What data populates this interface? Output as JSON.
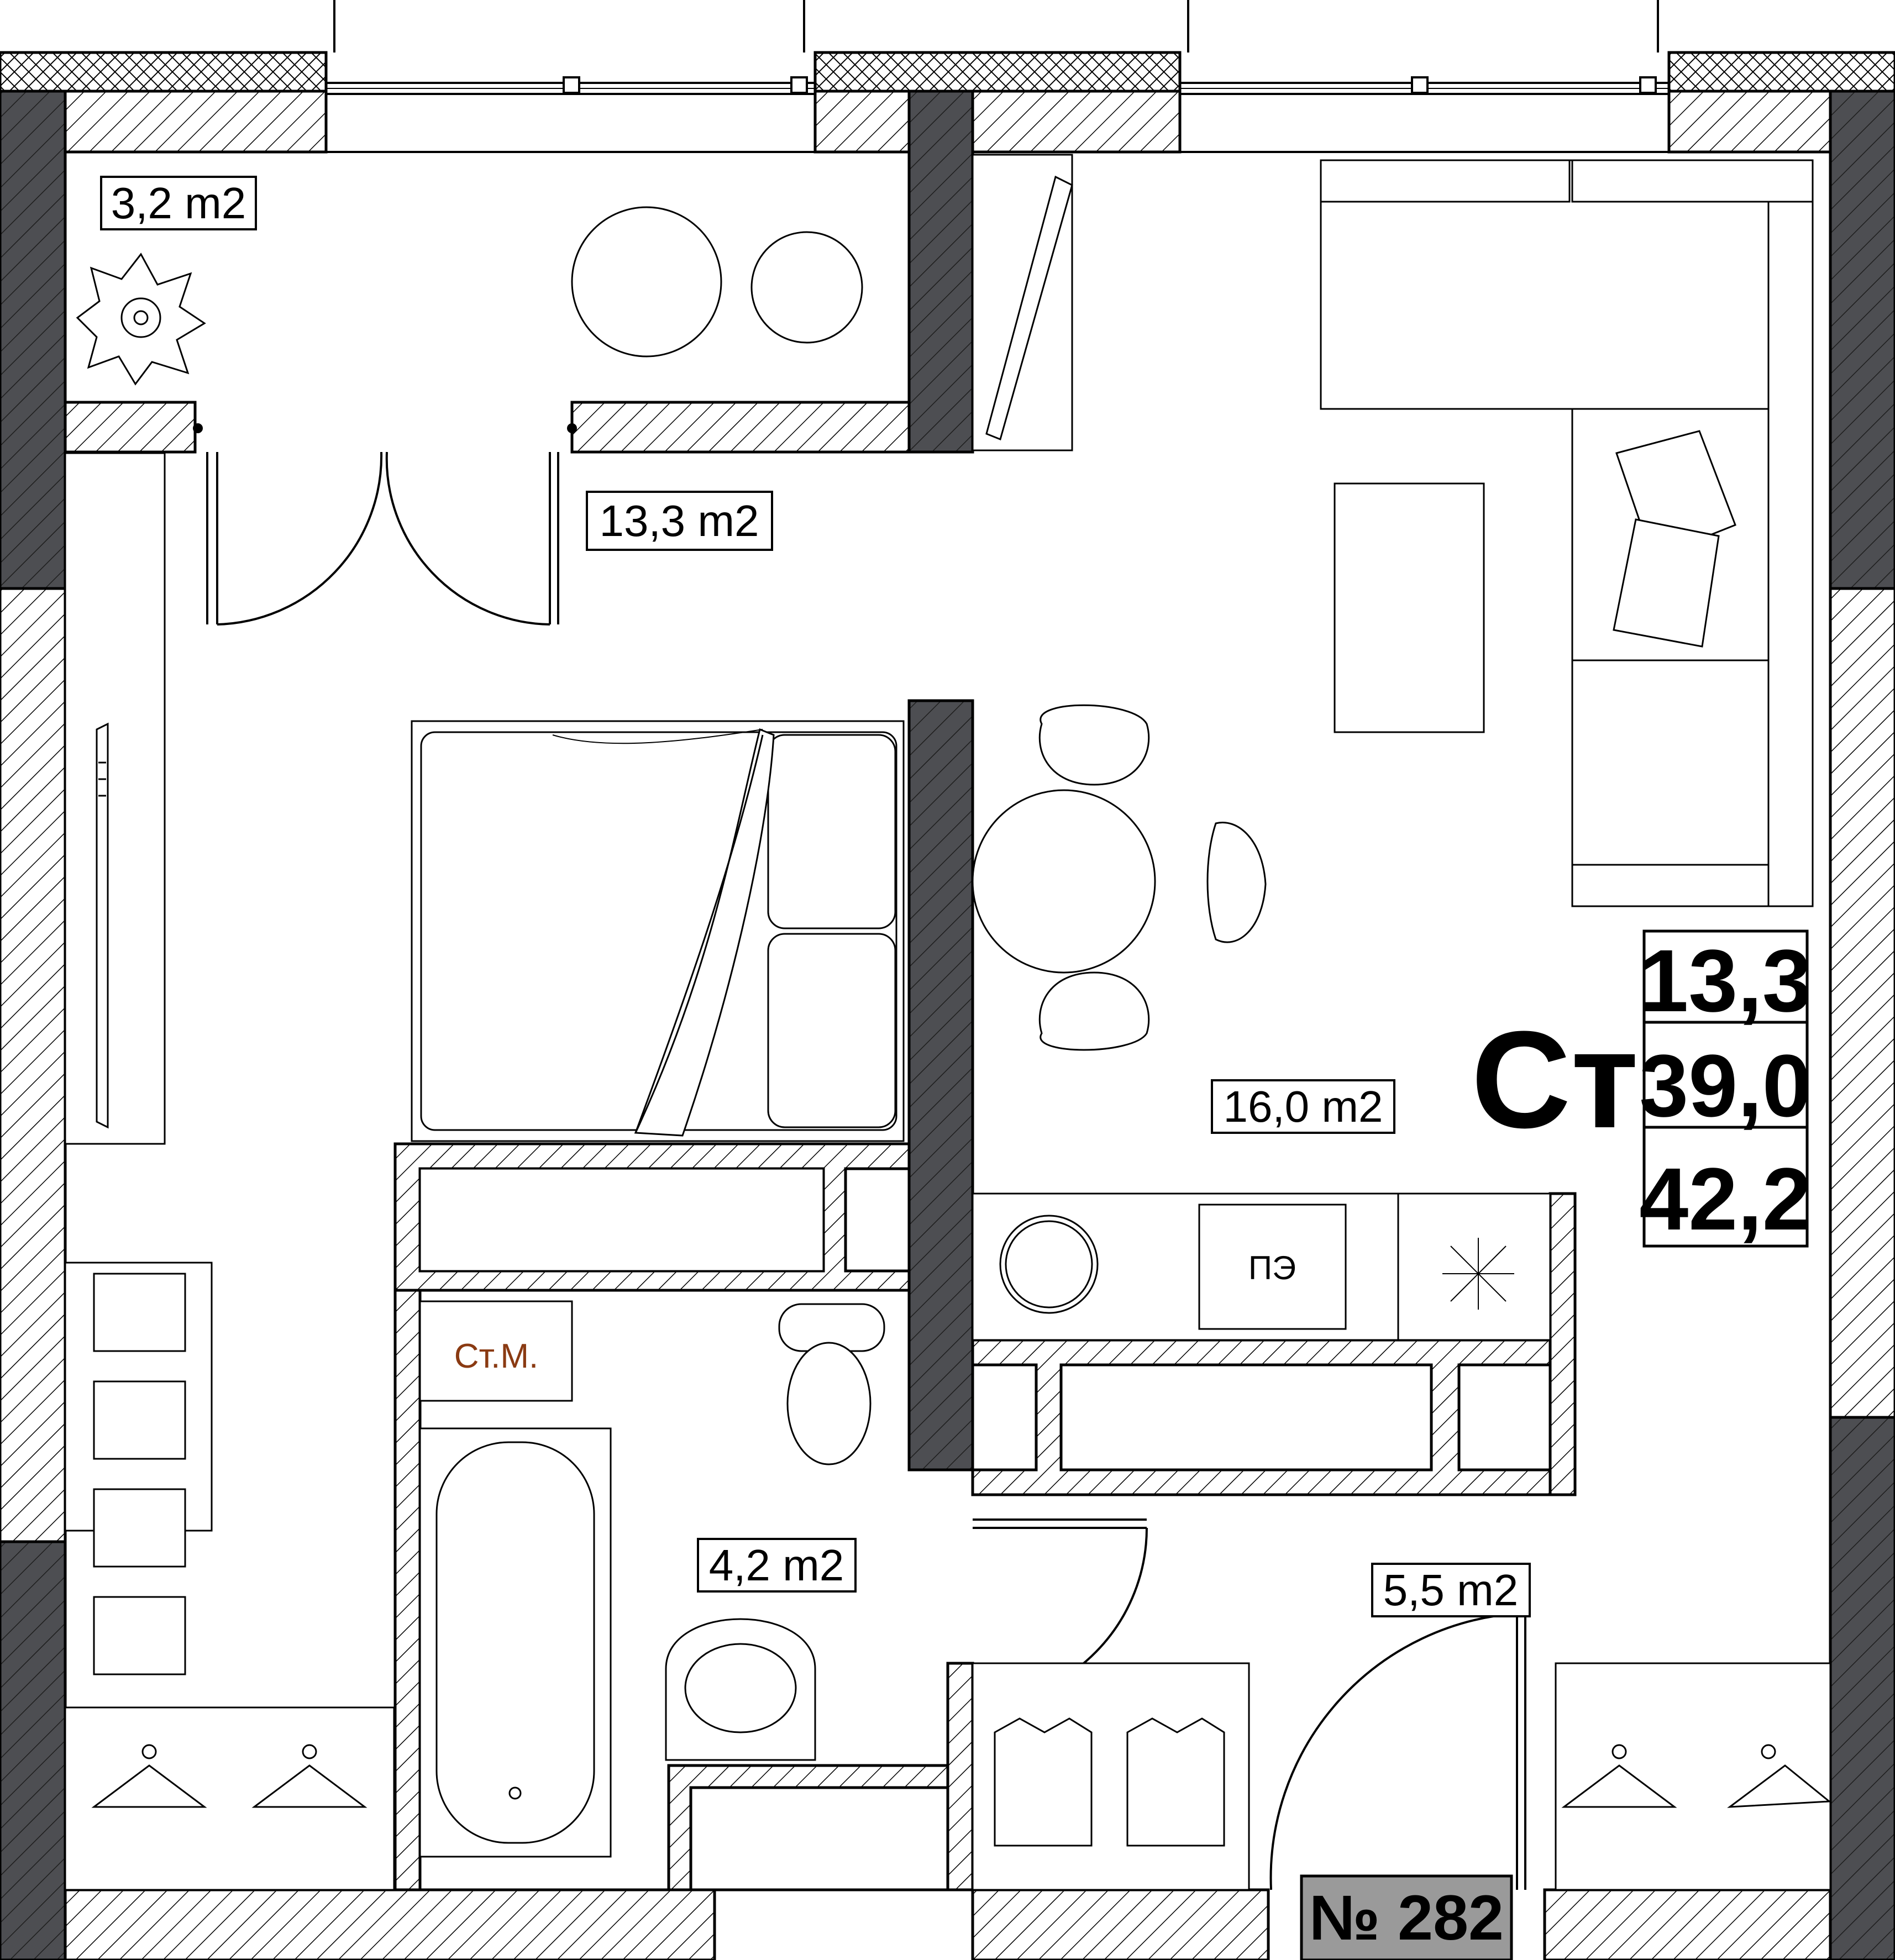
{
  "rooms": {
    "balcony": "3,2 m2",
    "bedroom": "13,3 m2",
    "living": "16,0 m2",
    "bathroom": "4,2 m2",
    "hall": "5,5 m2"
  },
  "summary": {
    "type_label": "Ст",
    "living_area": "13,3",
    "total_area": "39,0",
    "total_area_with_balcony": "42,2"
  },
  "apartment_number": "№ 282",
  "appliances": {
    "washing_machine": "Ст.М.",
    "stove": "ПЭ"
  },
  "colors": {
    "bearing_wall": "#4d4e52",
    "line": "#000000",
    "number_plate": "#9a9a9a",
    "appliance_text": "#8a3a12"
  }
}
